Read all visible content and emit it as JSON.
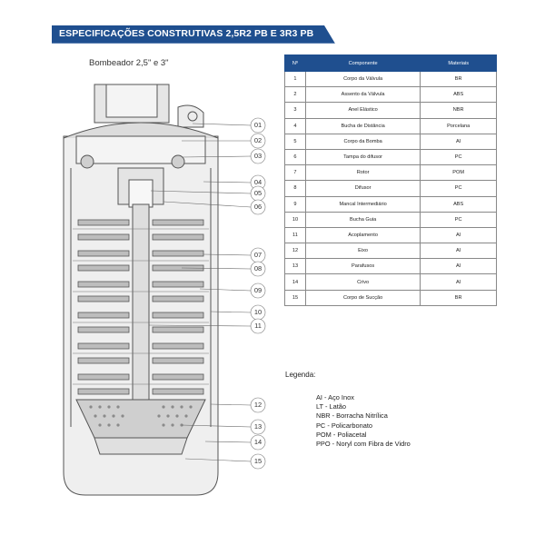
{
  "header": {
    "title": "ESPECIFICAÇÕES CONSTRUTIVAS 2,5R2 PB E 3R3 PB",
    "color": "#1f4f8f"
  },
  "diagram": {
    "title": "Bombeador 2,5\" e 3\"",
    "callouts": [
      "01",
      "02",
      "03",
      "04",
      "05",
      "06",
      "07",
      "08",
      "09",
      "10",
      "11",
      "12",
      "13",
      "14",
      "15"
    ]
  },
  "table": {
    "headers": [
      "Nº",
      "Componente",
      "Materiais"
    ],
    "rows": [
      [
        "1",
        "Corpo da Válvula",
        "BR"
      ],
      [
        "2",
        "Assento da Válvula",
        "ABS"
      ],
      [
        "3",
        "Anel Elástico",
        "NBR"
      ],
      [
        "4",
        "Bucha de Distância",
        "Porcelana"
      ],
      [
        "5",
        "Corpo da Bomba",
        "AI"
      ],
      [
        "6",
        "Tampa do difusor",
        "PC"
      ],
      [
        "7",
        "Rotor",
        "POM"
      ],
      [
        "8",
        "Difusor",
        "PC"
      ],
      [
        "9",
        "Mancal Intermediário",
        "ABS"
      ],
      [
        "10",
        "Bucha Guia",
        "PC"
      ],
      [
        "11",
        "Acoplamento",
        "AI"
      ],
      [
        "12",
        "Eixo",
        "AI"
      ],
      [
        "13",
        "Parafusos",
        "AI"
      ],
      [
        "14",
        "Crivo",
        "AI"
      ],
      [
        "15",
        "Corpo de Sucção",
        "BR"
      ]
    ]
  },
  "legend": {
    "title": "Legenda:",
    "items": [
      "AI - Aço Inox",
      "LT - Latão",
      "NBR - Borracha Nitrílica",
      "PC - Policarbonato",
      "POM - Poliacetal",
      "PPO - Noryl com Fibra de Vidro"
    ]
  }
}
